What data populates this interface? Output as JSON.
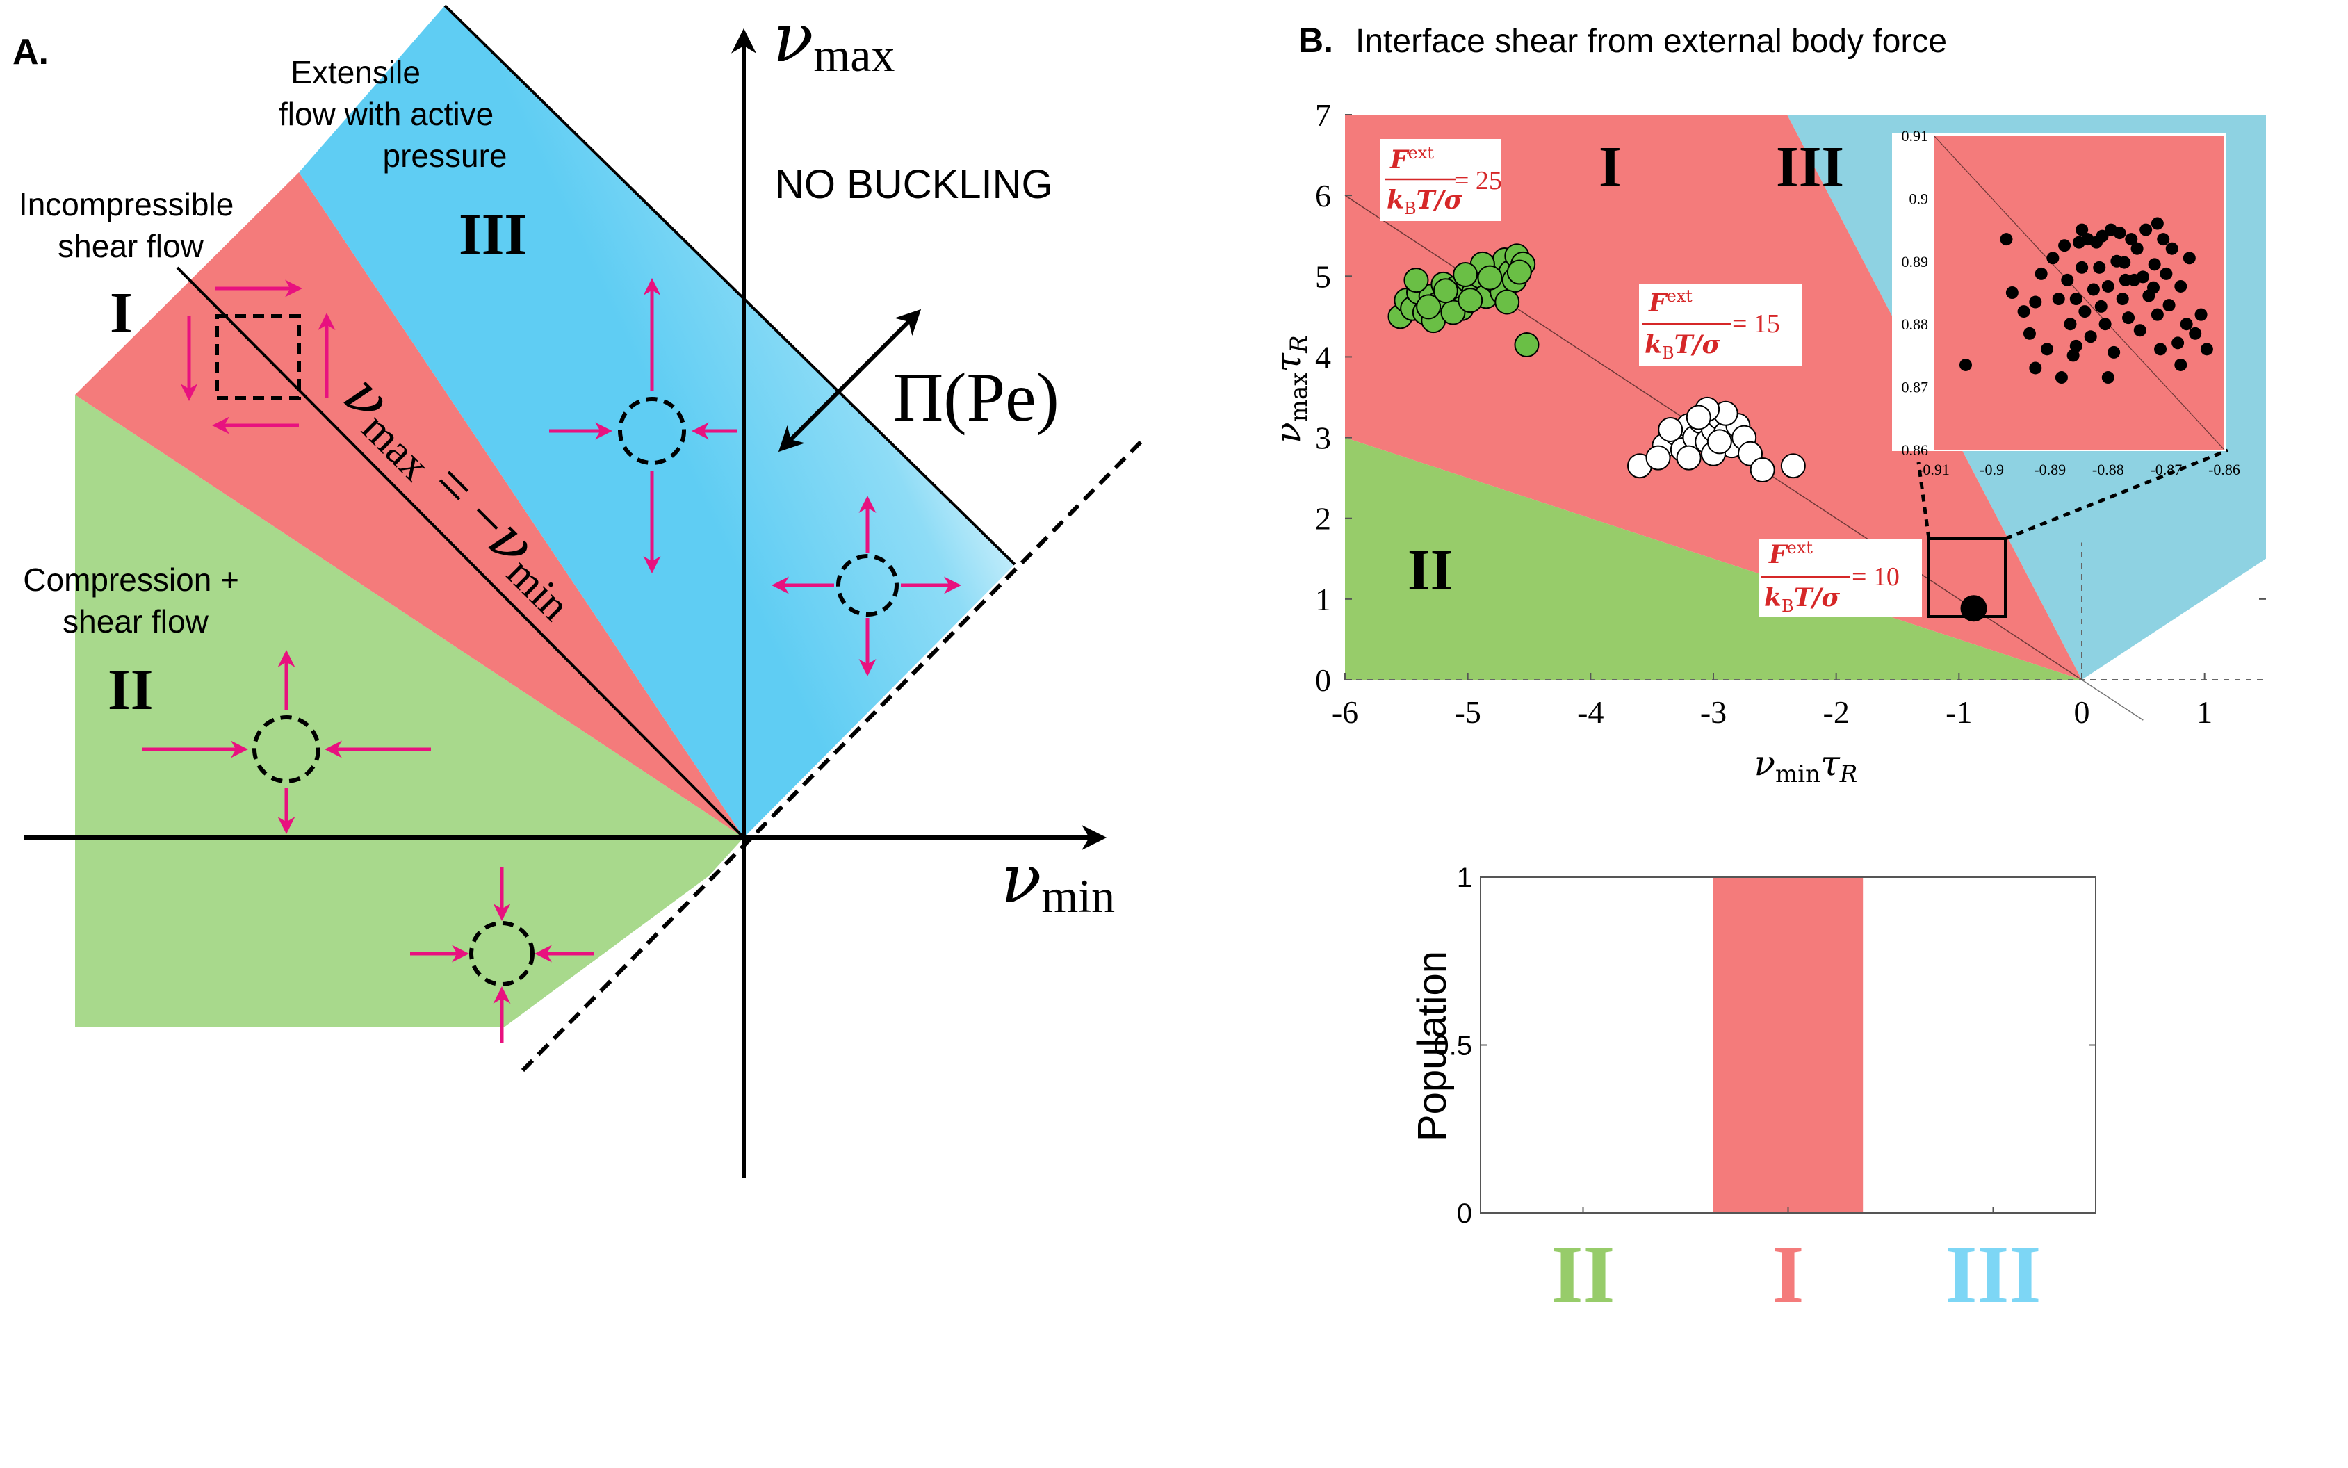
{
  "colors": {
    "region_I": "#f47b7b",
    "region_II": "#a8d98c",
    "region_II_b": "#97cc6a",
    "region_III": "#7dd6f5",
    "region_III_b": "#8ed2e2",
    "arrows": "#e8117f",
    "inset_bg": "#f47b7b",
    "points_green": "#6abf45",
    "label_red": "#d62728"
  },
  "panelA": {
    "label": "A.",
    "axis_y": {
      "sym": "ν",
      "sub": "max"
    },
    "axis_x": {
      "sym": "ν",
      "sub": "min"
    },
    "region_I_numeral": "I",
    "region_II_numeral": "II",
    "region_III_numeral": "III",
    "shear_label": [
      "Incompressible",
      "shear flow"
    ],
    "compression_label": [
      "Compression +",
      "shear flow"
    ],
    "extensile_label": [
      "Extensile",
      "flow with active",
      "pressure"
    ],
    "no_buckling": "NO BUCKLING",
    "pi_label": "Π(Pe)",
    "line_eq": {
      "lhs": "ν",
      "lhs_sub": "max",
      "eq": " = −",
      "rhs": "ν",
      "rhs_sub": "min"
    }
  },
  "panelB": {
    "label": "B.",
    "title": "Interface shear from external body force",
    "region_numerals": {
      "I": "I",
      "II": "II",
      "III": "III"
    },
    "force_labels": [
      {
        "num": "F",
        "num_sup": "ext",
        "den": "k",
        "den_sub": "B",
        "den_rest": "T/σ",
        "value": "= 25"
      },
      {
        "num": "F",
        "num_sup": "ext",
        "den": "k",
        "den_sub": "B",
        "den_rest": "T/σ",
        "value": "= 15"
      },
      {
        "num": "F",
        "num_sup": "ext",
        "den": "k",
        "den_sub": "B",
        "den_rest": "T/σ",
        "value": "= 10"
      }
    ]
  },
  "chart_data": [
    {
      "type": "scatter",
      "xlabel": "νminτR",
      "ylabel": "νmaxτR",
      "xlim": [
        -6,
        1.5
      ],
      "ylim": [
        0,
        7
      ],
      "xticks": [
        "-6",
        "-5",
        "-4",
        "-3",
        "-2",
        "-1",
        "0",
        "1"
      ],
      "yticks": [
        "0",
        "1",
        "2",
        "3",
        "4",
        "5",
        "6",
        "7"
      ],
      "series": [
        {
          "color": "#6abf45",
          "points": [
            [
              -5.55,
              4.5
            ],
            [
              -5.5,
              4.7
            ],
            [
              -5.45,
              4.6
            ],
            [
              -5.4,
              4.8
            ],
            [
              -5.35,
              4.55
            ],
            [
              -5.3,
              4.75
            ],
            [
              -5.25,
              4.65
            ],
            [
              -5.2,
              4.9
            ],
            [
              -5.15,
              4.7
            ],
            [
              -5.1,
              4.85
            ],
            [
              -5.05,
              4.6
            ],
            [
              -5.0,
              4.95
            ],
            [
              -4.95,
              4.8
            ],
            [
              -4.9,
              5.0
            ],
            [
              -4.85,
              4.75
            ],
            [
              -4.8,
              5.1
            ],
            [
              -4.75,
              4.9
            ],
            [
              -4.7,
              5.2
            ],
            [
              -4.65,
              5.05
            ],
            [
              -4.6,
              5.25
            ],
            [
              -5.42,
              4.95
            ],
            [
              -5.28,
              4.45
            ],
            [
              -5.12,
              4.55
            ],
            [
              -4.98,
              4.7
            ],
            [
              -4.88,
              5.15
            ],
            [
              -4.72,
              4.8
            ],
            [
              -4.62,
              4.95
            ],
            [
              -4.55,
              5.15
            ],
            [
              -5.32,
              4.62
            ],
            [
              -5.18,
              4.82
            ],
            [
              -5.02,
              5.02
            ],
            [
              -4.82,
              4.98
            ],
            [
              -4.68,
              4.68
            ],
            [
              -4.58,
              5.05
            ],
            [
              -4.52,
              4.15
            ]
          ]
        },
        {
          "color": "#ffffff",
          "points": [
            [
              -3.6,
              2.65
            ],
            [
              -3.4,
              2.9
            ],
            [
              -3.3,
              3.05
            ],
            [
              -3.25,
              2.85
            ],
            [
              -3.2,
              3.15
            ],
            [
              -3.15,
              3.0
            ],
            [
              -3.1,
              3.2
            ],
            [
              -3.05,
              2.95
            ],
            [
              -3.0,
              3.1
            ],
            [
              -2.95,
              3.25
            ],
            [
              -2.9,
              3.05
            ],
            [
              -2.85,
              2.9
            ],
            [
              -2.8,
              3.15
            ],
            [
              -2.75,
              3.0
            ],
            [
              -3.35,
              3.1
            ],
            [
              -3.0,
              2.8
            ],
            [
              -2.9,
              3.3
            ],
            [
              -3.2,
              2.75
            ],
            [
              -3.05,
              3.35
            ],
            [
              -2.7,
              2.8
            ],
            [
              -2.6,
              2.6
            ],
            [
              -2.35,
              2.65
            ],
            [
              -3.45,
              2.75
            ],
            [
              -2.95,
              2.95
            ],
            [
              -3.12,
              3.25
            ]
          ]
        },
        {
          "color": "#000000",
          "points": [
            [
              -0.88,
              0.885
            ]
          ]
        }
      ]
    },
    {
      "type": "scatter",
      "xlim": [
        -0.91,
        -0.86
      ],
      "ylim": [
        0.86,
        0.91
      ],
      "xticks": [
        "-0.91",
        "-0.9",
        "-0.89",
        "-0.88",
        "-0.87",
        "-0.86"
      ],
      "yticks": [
        "0.86",
        "0.87",
        "0.88",
        "0.89",
        "0.9",
        "0.91"
      ],
      "series": [
        {
          "color": "#000000",
          "points": [
            [
              -0.9045,
              0.8735
            ],
            [
              -0.8975,
              0.8935
            ],
            [
              -0.8965,
              0.885
            ],
            [
              -0.8945,
              0.882
            ],
            [
              -0.8935,
              0.8785
            ],
            [
              -0.8925,
              0.873
            ],
            [
              -0.8915,
              0.888
            ],
            [
              -0.8905,
              0.876
            ],
            [
              -0.8895,
              0.8905
            ],
            [
              -0.8885,
              0.884
            ],
            [
              -0.888,
              0.8715
            ],
            [
              -0.8875,
              0.8925
            ],
            [
              -0.887,
              0.887
            ],
            [
              -0.8865,
              0.88
            ],
            [
              -0.886,
              0.875
            ],
            [
              -0.8855,
              0.884
            ],
            [
              -0.885,
              0.893
            ],
            [
              -0.8845,
              0.889
            ],
            [
              -0.884,
              0.882
            ],
            [
              -0.8835,
              0.8935
            ],
            [
              -0.883,
              0.878
            ],
            [
              -0.8825,
              0.8855
            ],
            [
              -0.882,
              0.893
            ],
            [
              -0.8815,
              0.889
            ],
            [
              -0.881,
              0.894
            ],
            [
              -0.8805,
              0.88
            ],
            [
              -0.88,
              0.886
            ],
            [
              -0.8795,
              0.895
            ],
            [
              -0.879,
              0.8755
            ],
            [
              -0.8785,
              0.89
            ],
            [
              -0.878,
              0.8945
            ],
            [
              -0.8775,
              0.884
            ],
            [
              -0.877,
              0.887
            ],
            [
              -0.8765,
              0.881
            ],
            [
              -0.876,
              0.8935
            ],
            [
              -0.8755,
              0.887
            ],
            [
              -0.875,
              0.892
            ],
            [
              -0.8745,
              0.879
            ],
            [
              -0.874,
              0.8875
            ],
            [
              -0.8735,
              0.895
            ],
            [
              -0.873,
              0.8845
            ],
            [
              -0.872,
              0.8895
            ],
            [
              -0.8715,
              0.8815
            ],
            [
              -0.871,
              0.876
            ],
            [
              -0.8705,
              0.8935
            ],
            [
              -0.87,
              0.888
            ],
            [
              -0.8695,
              0.883
            ],
            [
              -0.869,
              0.892
            ],
            [
              -0.868,
              0.877
            ],
            [
              -0.8675,
              0.886
            ],
            [
              -0.8665,
              0.88
            ],
            [
              -0.866,
              0.8905
            ],
            [
              -0.865,
              0.8785
            ],
            [
              -0.864,
              0.8815
            ],
            [
              -0.863,
              0.876
            ],
            [
              -0.8845,
              0.895
            ],
            [
              -0.88,
              0.8715
            ],
            [
              -0.8925,
              0.8835
            ],
            [
              -0.8715,
              0.896
            ],
            [
              -0.8675,
              0.8735
            ],
            [
              -0.8855,
              0.8765
            ],
            [
              -0.8812,
              0.8828
            ],
            [
              -0.8772,
              0.8898
            ],
            [
              -0.8722,
              0.8858
            ]
          ]
        }
      ]
    },
    {
      "type": "bar",
      "categories": [
        "II",
        "I",
        "III"
      ],
      "category_colors": [
        "#97cc6a",
        "#f47b7b",
        "#7dd6f5"
      ],
      "values": [
        0,
        1,
        0
      ],
      "ylabel": "Population",
      "ylim": [
        0,
        1
      ],
      "yticks": [
        "0",
        "0.5",
        "1"
      ]
    }
  ]
}
